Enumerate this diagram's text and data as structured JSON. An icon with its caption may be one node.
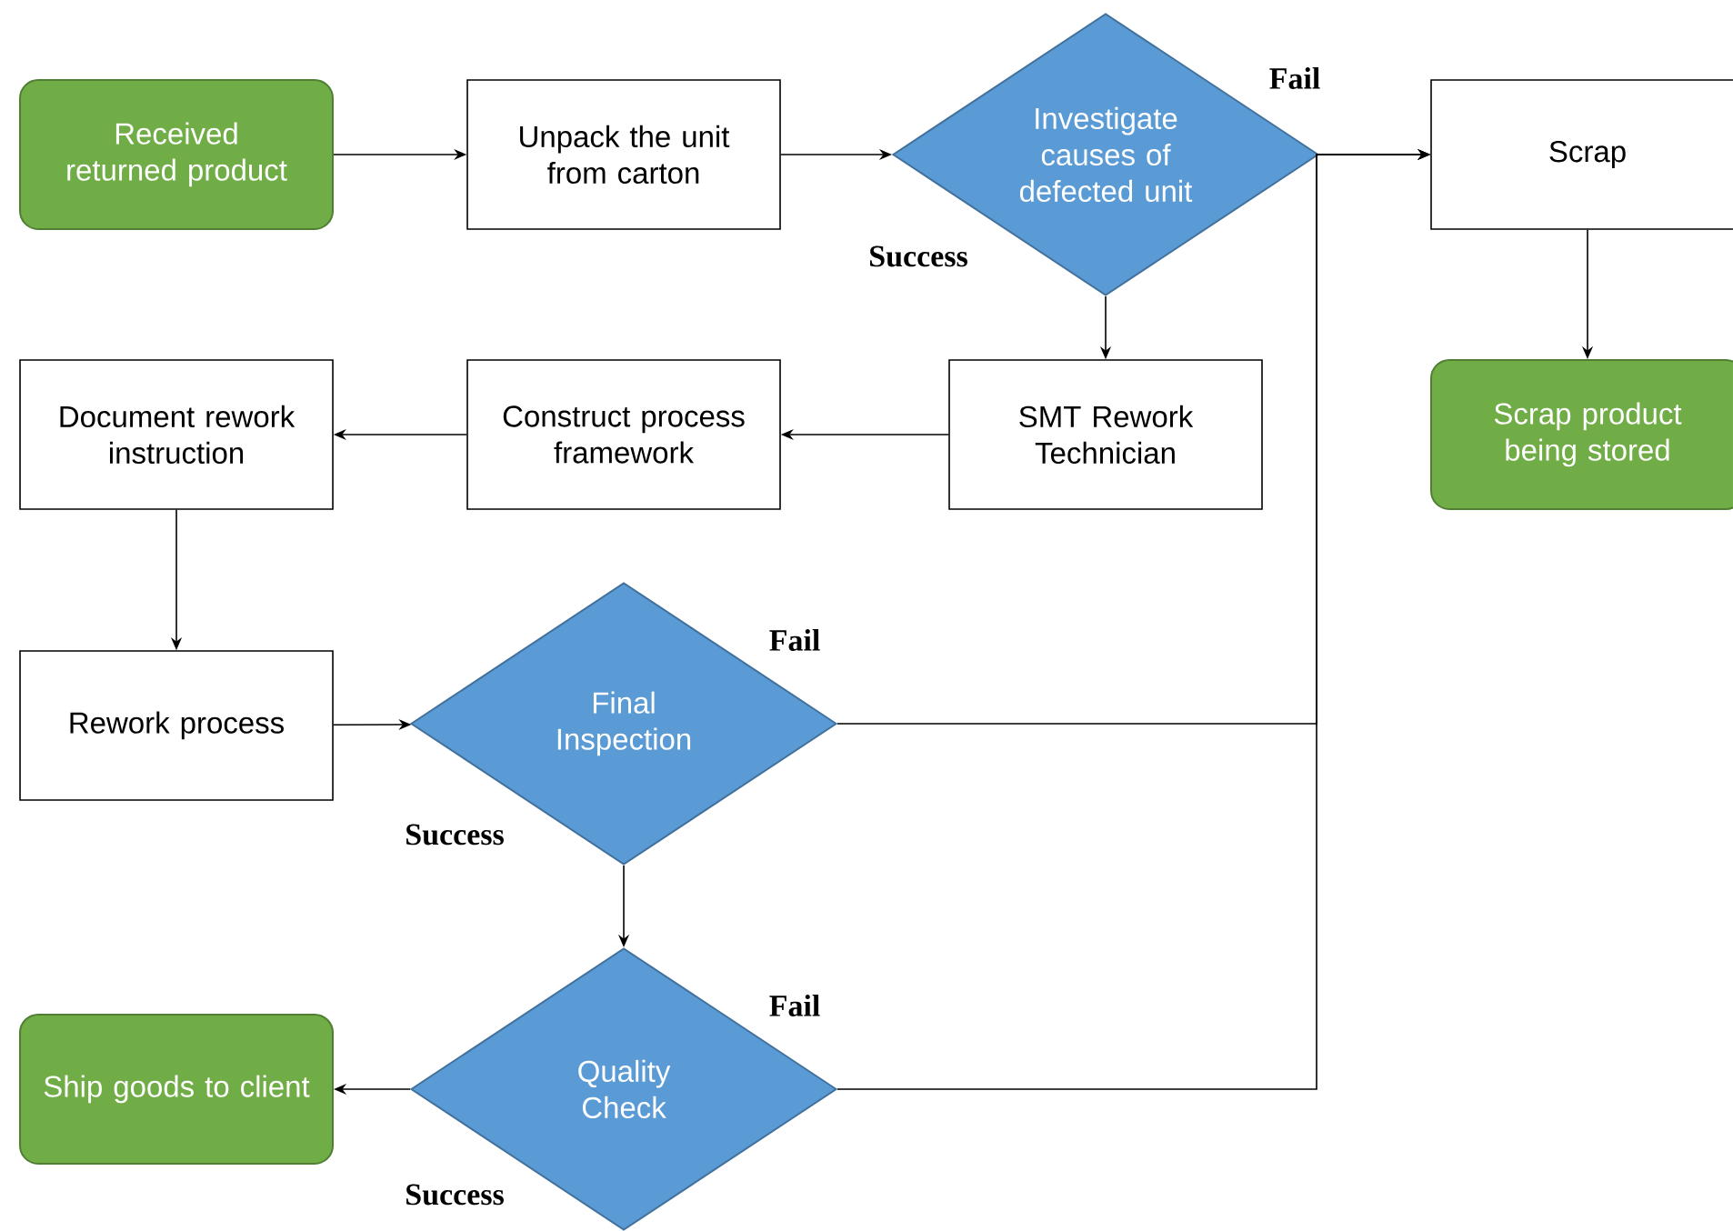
{
  "diagram": {
    "nodes": [
      {
        "text": [
          "Received returned product"
        ]
      },
      {
        "text": [
          "Unpack the unit from carton"
        ]
      },
      {
        "text": [
          "Investigate causes of defected unit"
        ]
      },
      {
        "text": [
          "Scrap"
        ]
      },
      {
        "text": [
          "Scrap product being stored"
        ]
      },
      {
        "text": [
          "SMT Rework Technician"
        ]
      },
      {
        "text": [
          "Construct process framework"
        ]
      },
      {
        "text": [
          "Document rework instruction"
        ]
      },
      {
        "text": [
          "Rework process"
        ]
      },
      {
        "text": [
          "Final Inspection"
        ]
      },
      {
        "text": [
          "Quality Check"
        ]
      },
      {
        "text": [
          "Ship goods to client"
        ]
      }
    ],
    "edges": [
      {
        "from": 0,
        "to": 1,
        "arrow": "to"
      },
      {
        "from": 1,
        "to": 2,
        "arrow": "to"
      },
      {
        "from": 2,
        "to": 3,
        "arrow": "to",
        "label": "Fail"
      },
      {
        "from": 3,
        "to": 4,
        "arrow": "to"
      },
      {
        "from": 2,
        "to": 5,
        "arrow": "to",
        "label": "Success"
      },
      {
        "from": 5,
        "to": 6,
        "arrow": "to"
      },
      {
        "from": 6,
        "to": 7,
        "arrow": "to"
      },
      {
        "from": 7,
        "to": 8,
        "arrow": "to"
      },
      {
        "from": 8,
        "to": 9,
        "arrow": "to"
      },
      {
        "from": 9,
        "to": 3,
        "arrow": "to",
        "label": "Fail"
      },
      {
        "from": 9,
        "to": 10,
        "arrow": "to",
        "label": "Success"
      },
      {
        "from": 10,
        "to": 3,
        "arrow": "to",
        "label": "Fail"
      },
      {
        "from": 10,
        "to": 11,
        "arrow": "to",
        "label": "Success"
      }
    ]
  }
}
